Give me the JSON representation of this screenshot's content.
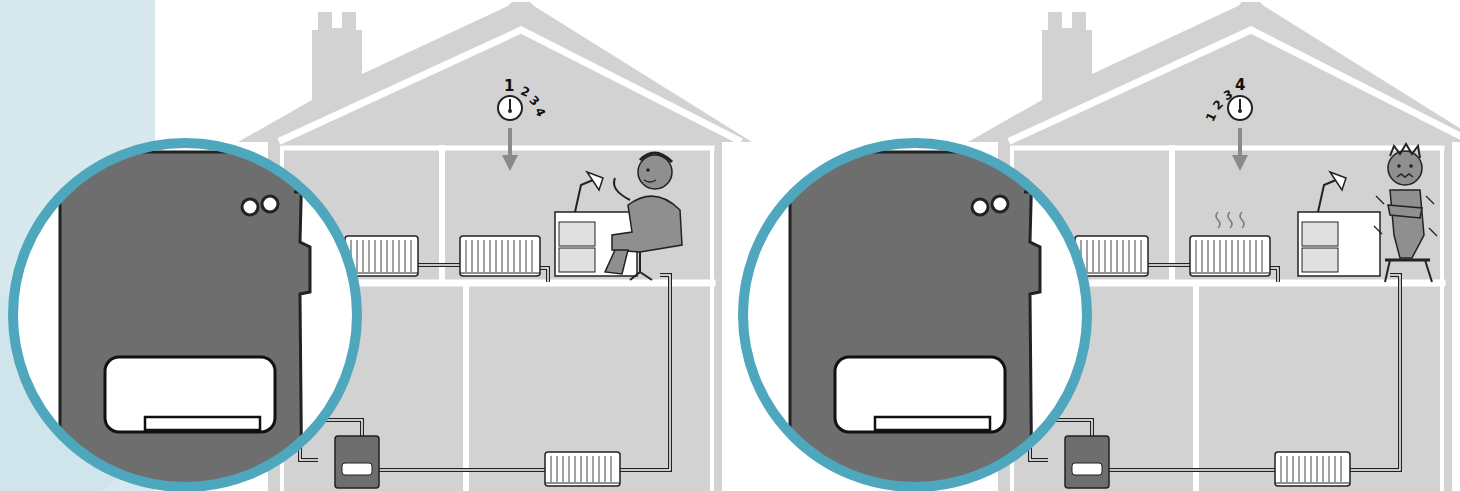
{
  "diagram": {
    "labels": [
      "1",
      "2",
      "3",
      "4",
      "1",
      "2",
      "3",
      "4"
    ]
  }
}
